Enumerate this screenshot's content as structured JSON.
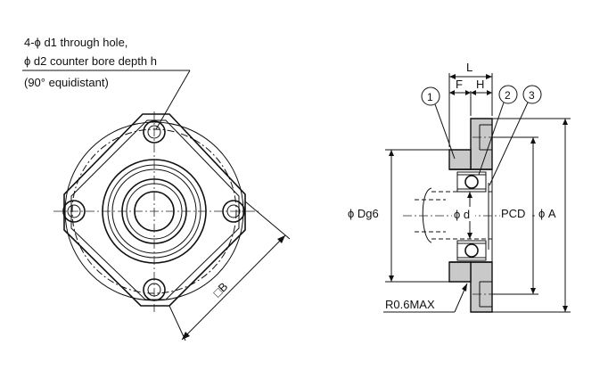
{
  "notes": {
    "line1": "4-ϕ d1 through hole,",
    "line2": "ϕ d2 counter bore depth h",
    "line3": "(90° equidistant)"
  },
  "front_view": {
    "square_label": "□B"
  },
  "side_view": {
    "dims": {
      "L": "L",
      "F": "F",
      "H": "H",
      "Dg6": "ϕ Dg6",
      "d": "ϕ d",
      "PCD": "PCD",
      "A": "ϕ A",
      "radius": "R0.6MAX"
    },
    "callouts": [
      "1",
      "2",
      "3"
    ]
  }
}
